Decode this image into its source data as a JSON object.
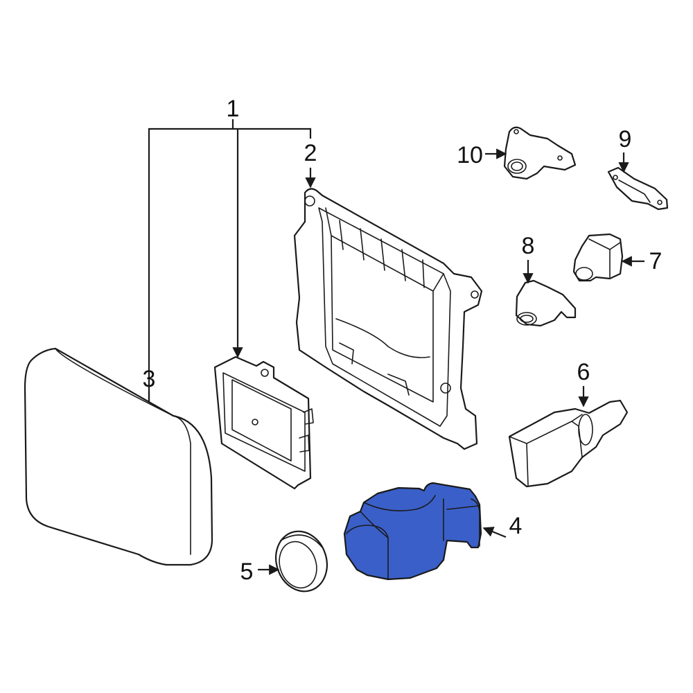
{
  "diagram": {
    "highlight_color": "#3a5fc8",
    "highlighted_part": "4",
    "callouts": [
      {
        "id": "1",
        "label": "1"
      },
      {
        "id": "2",
        "label": "2"
      },
      {
        "id": "3",
        "label": "3"
      },
      {
        "id": "4",
        "label": "4"
      },
      {
        "id": "5",
        "label": "5"
      },
      {
        "id": "6",
        "label": "6"
      },
      {
        "id": "7",
        "label": "7"
      },
      {
        "id": "8",
        "label": "8"
      },
      {
        "id": "9",
        "label": "9"
      },
      {
        "id": "10",
        "label": "10"
      }
    ]
  }
}
